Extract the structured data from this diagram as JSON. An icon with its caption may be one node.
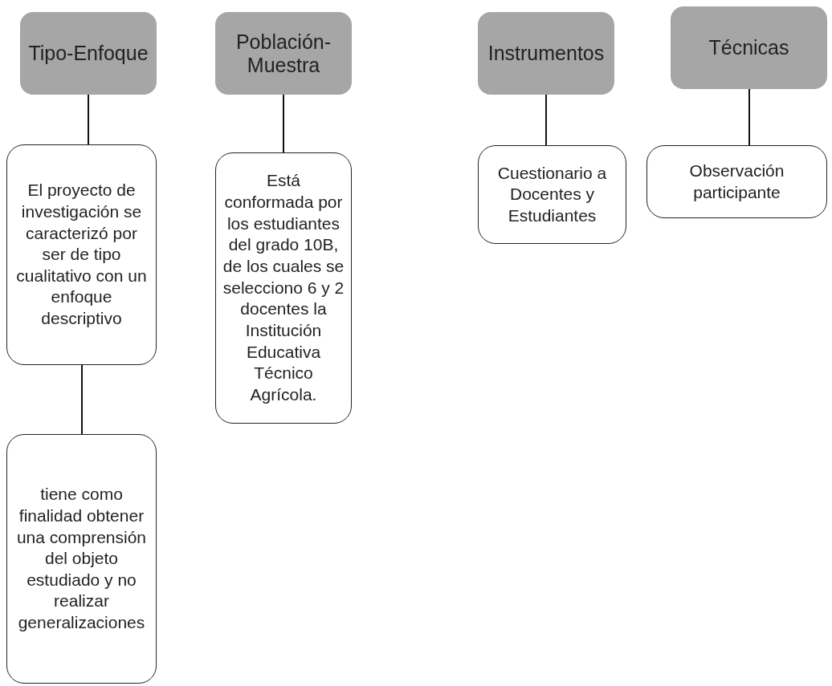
{
  "diagram": {
    "nodes": [
      {
        "text": [
          "Tipo-Enfoque"
        ]
      },
      {
        "text": [
          "Población-Muestra"
        ]
      },
      {
        "text": [
          "Instrumentos"
        ]
      },
      {
        "text": [
          "Técnicas"
        ]
      },
      {
        "text": [
          "El proyecto de investigación se caracterizó por ser de tipo cualitativo con un enfoque descriptivo"
        ]
      },
      {
        "text": [
          "tiene como finalidad obtener una comprensión del objeto estudiado y no realizar generalizaciones"
        ]
      },
      {
        "text": [
          "Está conformada por los estudiantes del grado 10B, de los cuales se selecciono 6 y 2 docentes la Institución Educativa Técnico Agrícola."
        ]
      },
      {
        "text": [
          "Cuestionario a Docentes y Estudiantes"
        ]
      },
      {
        "text": [
          "Observación participante"
        ]
      }
    ],
    "edges": [
      {
        "from": 0,
        "to": 4,
        "arrow": "none"
      },
      {
        "from": 4,
        "to": 5,
        "arrow": "none"
      },
      {
        "from": 1,
        "to": 6,
        "arrow": "none"
      },
      {
        "from": 2,
        "to": 7,
        "arrow": "none"
      },
      {
        "from": 3,
        "to": 8,
        "arrow": "none"
      }
    ]
  }
}
